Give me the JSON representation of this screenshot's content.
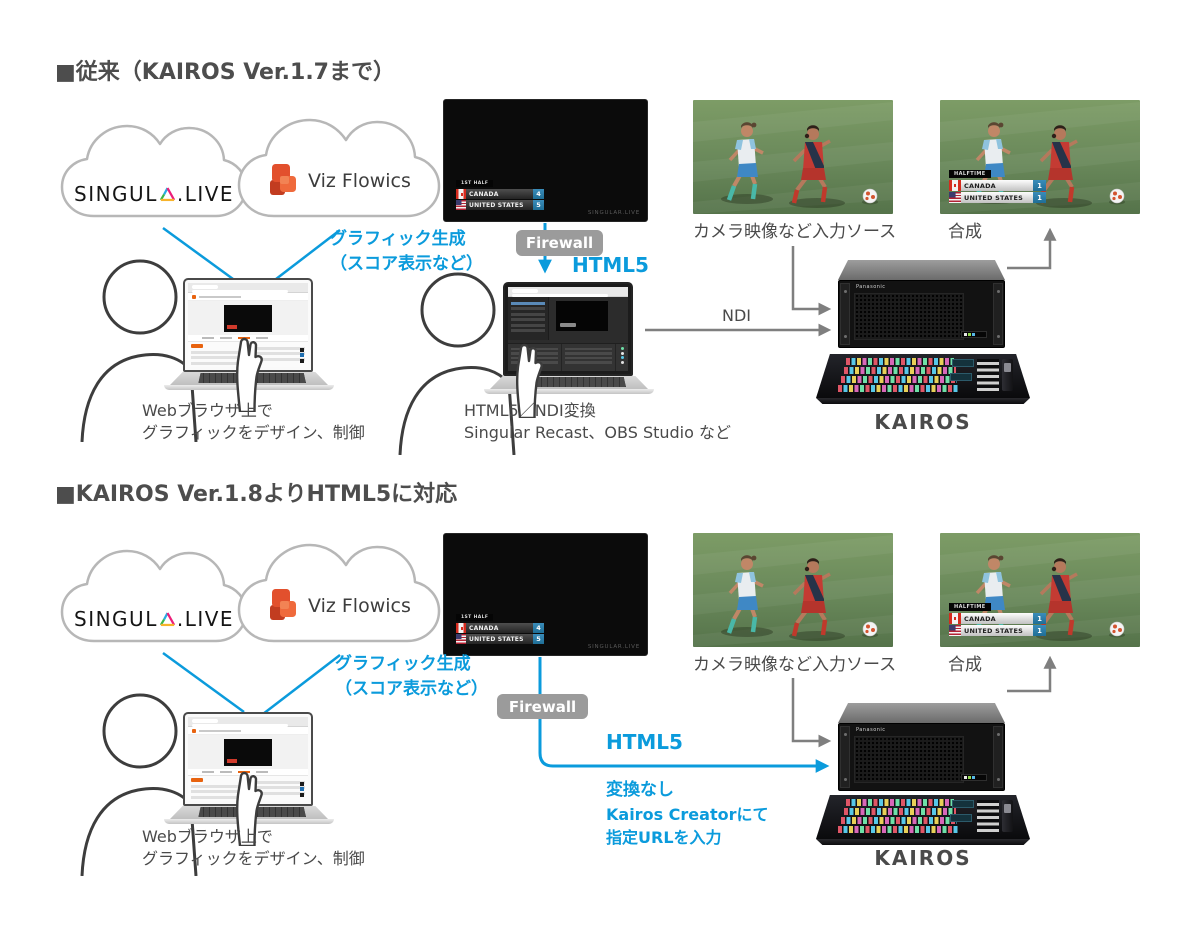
{
  "colors": {
    "accent": "#0b9bdc",
    "firewall_bg": "#9b9b9b",
    "heading": "#4d4d4d",
    "arrow_gray": "#7f7f7f"
  },
  "logos": {
    "singular_pre": "SINGUL",
    "singular_post": ".LIVE",
    "flowics": "Viz Flowics",
    "watermark": "SINGULAR.LIVE",
    "rack_brand": "Panasonic"
  },
  "scorebug_screen": {
    "header": "1ST HALF",
    "rows": [
      {
        "team": "CANADA",
        "score": "4"
      },
      {
        "team": "UNITED STATES",
        "score": "5"
      }
    ]
  },
  "scorebug_composite": {
    "header": "HALFTIME",
    "rows": [
      {
        "team": "CANADA",
        "score": "1"
      },
      {
        "team": "UNITED STATES",
        "score": "1"
      }
    ]
  },
  "s1": {
    "title": "■従来（KAIROS Ver.1.7まで）",
    "graphics_note1": "グラフィック生成",
    "graphics_note2": "（スコア表示など）",
    "firewall": "Firewall",
    "html5": "HTML5",
    "ndi": "NDI",
    "web_caption1": "Webブラウザ上で",
    "web_caption2": "グラフィックをデザイン、制御",
    "convert_caption1": "HTML5／NDI変換",
    "convert_caption2": "Singular Recast、OBS Studio など",
    "camera_caption": "カメラ映像など入力ソース",
    "composite_caption": "合成",
    "kairos": "KAIROS"
  },
  "s2": {
    "title": "■KAIROS Ver.1.8よりHTML5に対応",
    "graphics_note1": "グラフィック生成",
    "graphics_note2": "（スコア表示など）",
    "firewall": "Firewall",
    "html5": "HTML5",
    "no_convert1": "変換なし",
    "no_convert2": "Kairos Creatorにて",
    "no_convert3": "指定URLを入力",
    "web_caption1": "Webブラウザ上で",
    "web_caption2": "グラフィックをデザイン、制御",
    "camera_caption": "カメラ映像など入力ソース",
    "composite_caption": "合成",
    "kairos": "KAIROS"
  }
}
